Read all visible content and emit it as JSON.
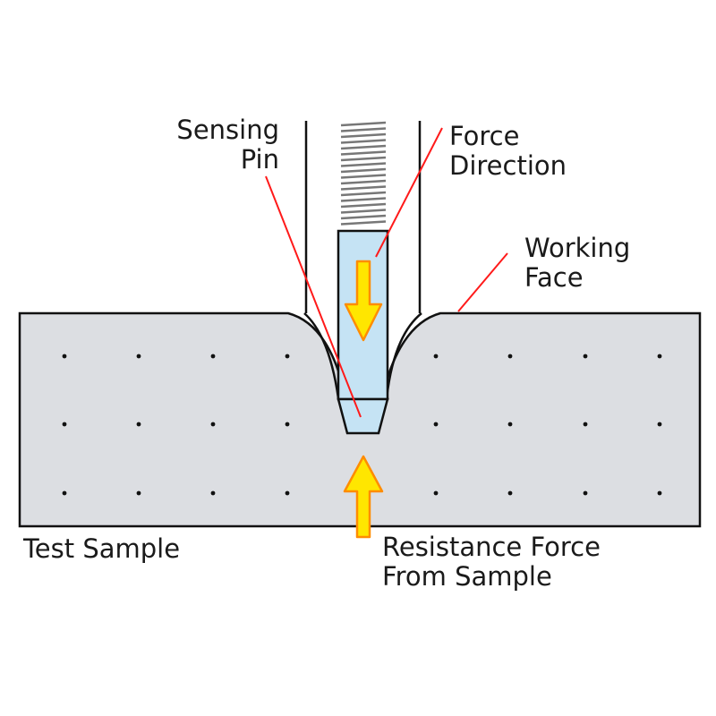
{
  "labels": {
    "sensing_pin_line1": "Sensing",
    "sensing_pin_line2": "Pin",
    "force_direction_line1": "Force",
    "force_direction_line2": "Direction",
    "working_face_line1": "Working",
    "working_face_line2": "Face",
    "test_sample": "Test Sample",
    "resistance_line1": "Resistance Force",
    "resistance_line2": "From Sample"
  },
  "colors": {
    "sample_fill": "#dcdee2",
    "pin_fill": "#c5e3f4",
    "arrow_fill": "#ffe600",
    "arrow_outline": "#ff8c00",
    "leader_line": "#ff1a1a",
    "outline": "#111111"
  }
}
